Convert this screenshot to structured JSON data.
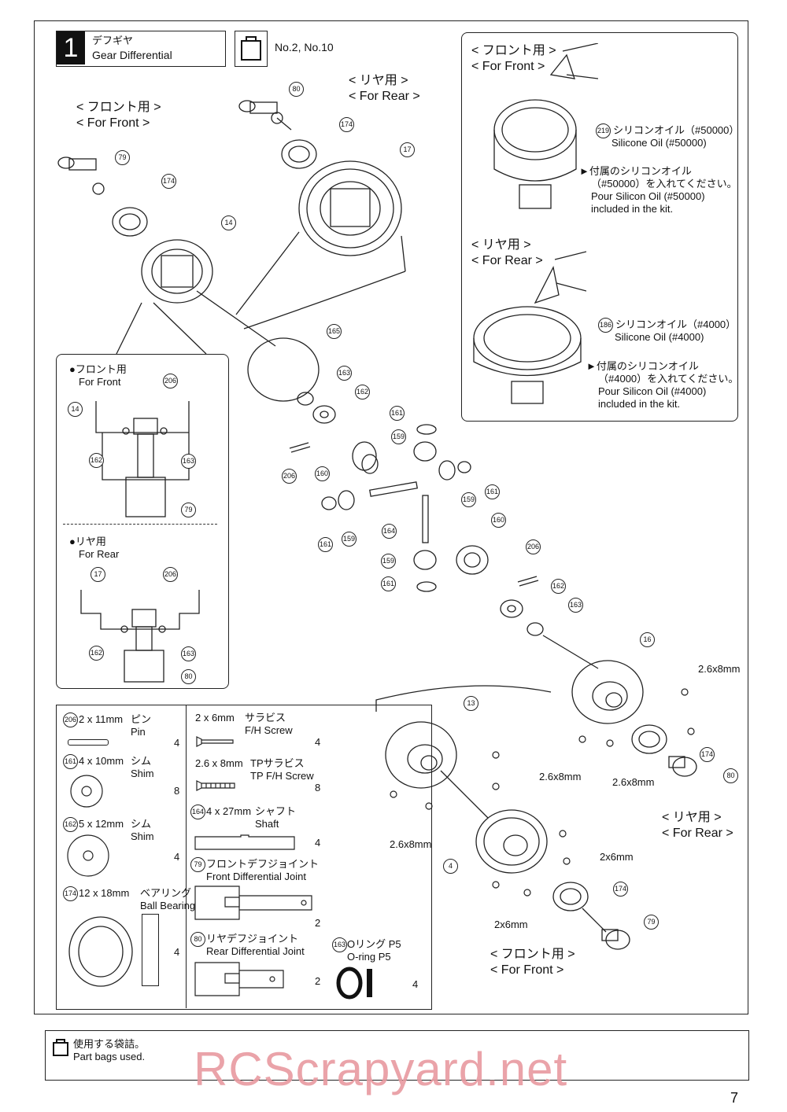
{
  "header": {
    "step_number": "1",
    "title_jp": "デフギヤ",
    "title_en": "Gear Differential",
    "bags": "No.2, No.10"
  },
  "labels": {
    "rear_jp": "< リヤ用 >",
    "rear_en": "< For Rear >",
    "front_jp": "< フロント用 >",
    "front_en": "< For Front >"
  },
  "oil_box": {
    "front_jp": "< フロント用 >",
    "front_en": "< For Front >",
    "front_part": "219",
    "front_oil_jp": "シリコンオイル（#50000）",
    "front_oil_en": "Silicone Oil (#50000)",
    "front_note_jp1": "►付属のシリコンオイル",
    "front_note_jp2": "（#50000）を入れてください。",
    "front_note_en1": "Pour Silicon Oil (#50000)",
    "front_note_en2": "included in the kit.",
    "rear_jp": "< リヤ用 >",
    "rear_en": "< For Rear >",
    "rear_part": "186",
    "rear_oil_jp": "シリコンオイル（#4000）",
    "rear_oil_en": "Silicone Oil (#4000)",
    "rear_note_jp1": "►付属のシリコンオイル",
    "rear_note_jp2": "（#4000）を入れてください。",
    "rear_note_en1": "Pour Silicon Oil (#4000)",
    "rear_note_en2": "included in the kit."
  },
  "detail_box": {
    "front_jp": "●フロント用",
    "front_en": "For Front",
    "rear_jp": "●リヤ用",
    "rear_en": "For Rear"
  },
  "callouts": {
    "c80": "80",
    "c174": "174",
    "c17": "17",
    "c79": "79",
    "c14": "14",
    "c165": "165",
    "c163": "163",
    "c162": "162",
    "c161": "161",
    "c159": "159",
    "c206": "206",
    "c160": "160",
    "c164": "164",
    "c16": "16",
    "c13": "13",
    "c4": "4"
  },
  "screws": {
    "s1": "2.6x8mm",
    "s2": "2.6x8mm",
    "s3": "2.6x8mm",
    "s4": "2.6x8mm",
    "s5": "2x6mm",
    "s6": "2x6mm"
  },
  "parts_list": [
    {
      "no": "206",
      "size": "2 x 11mm",
      "jp": "ピン",
      "en": "Pin",
      "qty": "4"
    },
    {
      "no": "161",
      "size": "4 x 10mm",
      "jp": "シム",
      "en": "Shim",
      "qty": "8"
    },
    {
      "no": "162",
      "size": "5 x 12mm",
      "jp": "シム",
      "en": "Shim",
      "qty": "4"
    },
    {
      "no": "174",
      "size": "12 x 18mm",
      "jp": "ベアリング",
      "en": "Ball Bearing",
      "qty": "4"
    },
    {
      "no": "",
      "size": "2 x 6mm",
      "jp": "サラビス",
      "en": "F/H Screw",
      "qty": "4"
    },
    {
      "no": "",
      "size": "2.6 x 8mm",
      "jp": "TPサラビス",
      "en": "TP F/H Screw",
      "qty": "8"
    },
    {
      "no": "164",
      "size": "4 x 27mm",
      "jp": "シャフト",
      "en": "Shaft",
      "qty": "4"
    },
    {
      "no": "79",
      "size": "",
      "jp": "フロントデフジョイント",
      "en": "Front Differential Joint",
      "qty": "2"
    },
    {
      "no": "80",
      "size": "",
      "jp": "リヤデフジョイント",
      "en": "Rear Differential Joint",
      "qty": "2"
    },
    {
      "no": "163",
      "size": "",
      "jp": "Oリング P5",
      "en": "O-ring P5",
      "qty": "4"
    }
  ],
  "footer": {
    "bags_jp": "使用する袋詰。",
    "bags_en": "Part bags used.",
    "page": "7",
    "watermark": "RCScrapyard.net"
  }
}
